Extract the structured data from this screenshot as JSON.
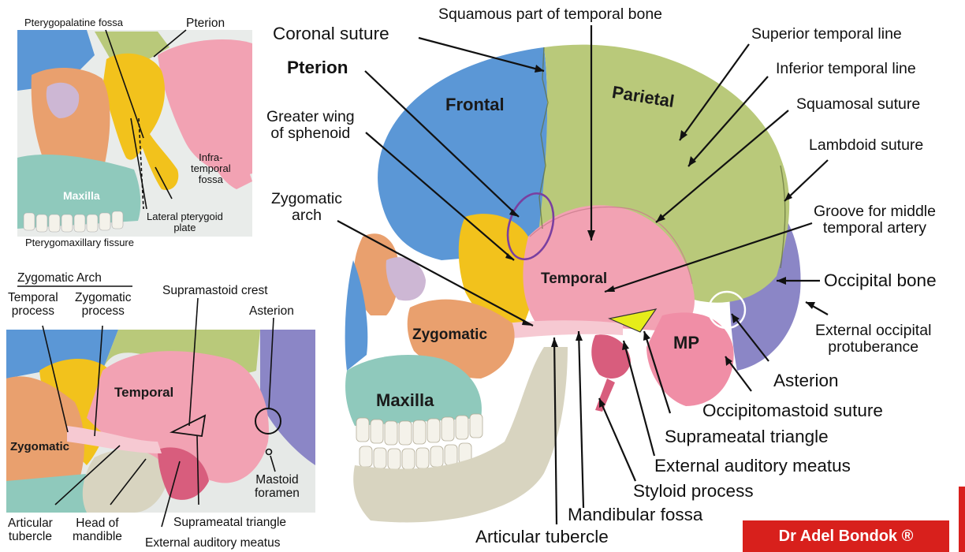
{
  "top_left_panel": {
    "labels": {
      "pterygopalatine_fossa": "Pterygopalatine fossa",
      "pterion": "Pterion",
      "maxilla": "Maxilla",
      "infratemporal_fossa": "Infra-\ntemporal\nfossa",
      "lateral_pterygoid_plate": "Lateral pterygoid\nplate",
      "pterygomaxillary_fissure": "Pterygomaxillary fissure"
    }
  },
  "bottom_left_panel": {
    "labels": {
      "zygomatic_arch": "Zygomatic Arch",
      "temporal_process": "Temporal\nprocess",
      "zygomatic_process": "Zygomatic\nprocess",
      "supramastoid_crest": "Supramastoid crest",
      "asterion": "Asterion",
      "temporal": "Temporal",
      "zygomatic": "Zygomatic",
      "mastoid_foramen": "Mastoid\nforamen",
      "articular_tubercle": "Articular\ntubercle",
      "head_of_mandible": "Head of\nmandible",
      "suprameatal_triangle": "Suprameatal triangle",
      "external_auditory_meatus": "External auditory meatus"
    }
  },
  "main_panel": {
    "labels": {
      "squamous_part": "Squamous part of temporal bone",
      "coronal_suture": "Coronal suture",
      "pterion": "Pterion",
      "greater_wing": "Greater wing\nof sphenoid",
      "zygomatic_arch": "Zygomatic\narch",
      "superior_temporal_line": "Superior temporal line",
      "inferior_temporal_line": "Inferior temporal line",
      "squamosal_suture": "Squamosal suture",
      "lambdoid_suture": "Lambdoid suture",
      "groove_middle_temporal": "Groove for middle\ntemporal artery",
      "occipital_bone": "Occipital bone",
      "external_occipital_protuberance": "External occipital\nprotuberance",
      "asterion": "Asterion",
      "occipitomastoid_suture": "Occipitomastoid suture",
      "suprameatal_triangle": "Suprameatal triangle",
      "external_auditory_meatus": "External auditory meatus",
      "styloid_process": "Styloid process",
      "mandibular_fossa": "Mandibular fossa",
      "articular_tubercle": "Articular tubercle"
    },
    "bones": {
      "frontal": "Frontal",
      "parietal": "Parietal",
      "temporal": "Temporal",
      "zygomatic": "Zygomatic",
      "maxilla": "Maxilla",
      "mp": "MP"
    }
  },
  "brand": "Dr Adel Bondok ®",
  "colors": {
    "frontal": "#5b97d6",
    "parietal": "#b9c97a",
    "temporal": "#f2a2b3",
    "sphenoid": "#f2c21c",
    "zygomatic": "#e9a06e",
    "maxilla": "#8fc9bc",
    "occipital": "#8b86c6",
    "mandible": "#d8d4c0",
    "brand_red": "#d8201c",
    "triangle": "#e6ec1a",
    "circle_purple": "#7a3fa0"
  }
}
